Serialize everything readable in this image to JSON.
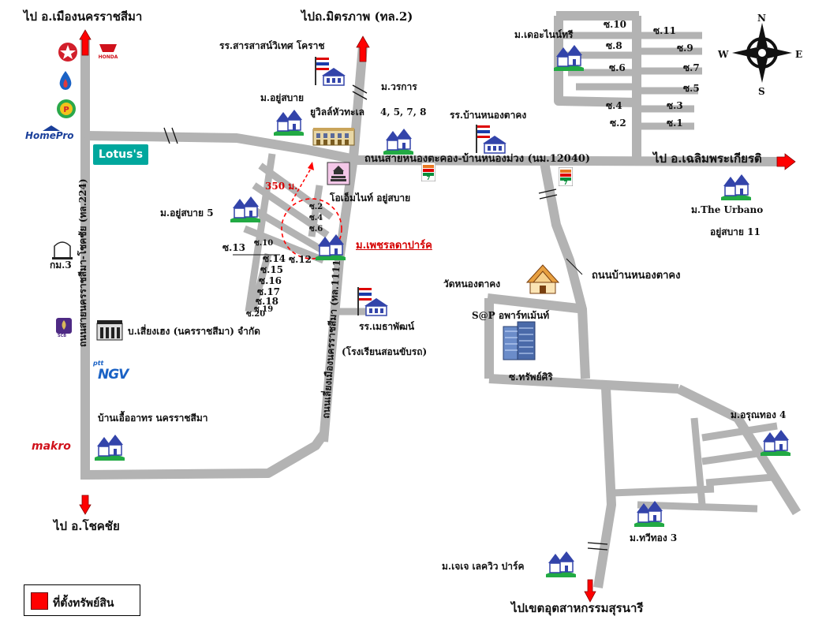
{
  "directions": {
    "to_mueang_nakhon_ratchasima": "ไป อ.เมืองนครราชสีมา",
    "to_mittraphap": "ไปถ.มิตรภาพ (ทล.2)",
    "to_chalerm_phra_kiat": "ไป อ.เฉลิมพระเกียรติ",
    "to_chok_chai": "ไป อ.โชคชัย",
    "to_suranaree_industrial": "ไปเขตอุตสาหกรรมสุรนารี"
  },
  "roads": {
    "main_horizontal": "ถนนสายหนองตะคอง-บ้านหนองม่วง (นม.12040)",
    "ban_nong_takhong_rd": "ถนนบ้านหนองตาคง",
    "nakhon_ratchasima_chok_chai_rd": "ถนนสายนครราชสีมา-โชคชัย (ทล.224)",
    "mid_road": "ถนนเลี่ยงเมืองนครราชสีมา (ทล.1111)",
    "soi_sap_siri": "ซ.ทรัพย์ศิริ"
  },
  "places": {
    "sarasas_school": "รร.สารสาสน์วิเทศ โคราช",
    "m_worakan": "ม.วรการ",
    "m_yusabai": "ม.อยู่สบาย",
    "eurovil": "ยูวิลล์หัวทะเล",
    "eurovil_phases": "4, 5, 7, 8",
    "nong_takhong_school": "รร.บ้านหนองตาคง",
    "the_ninetree": "ม.เดอะไนน์ทรี",
    "the_urbano": "ม.The Urbano",
    "yusabai_11": "อยู่สบาย 11",
    "m_yusabai_5": "ม.อยู่สบาย 5",
    "om_night": "โอเอ็มไนท์ อยู่สบาย",
    "distance_350": "350 ม.",
    "petcharat_park": "ม.เพชรลดาปาร์ค",
    "wat_nong_takhong": "วัดหนองตาคง",
    "sp_apartment": "S@P อพาร์ทเม้นท์",
    "methaphat_school": "รร.เมธาพัฒน์",
    "driving_school": "(โรงเรียนสอนขับรถ)",
    "kor_mor_3": "กม.3",
    "siang_heng": "บ.เสี่ยงเฮง (นครราชสีมา) จำกัด",
    "ban_ueaathon": "บ้านเอื้ออาทร นครราชสีมา",
    "m_arunthong_4": "ม.อรุณทอง 4",
    "m_thawithong_3": "ม.ทวีทอง 3",
    "m_jj_lakeview": "ม.เจเจ เลควิว ปาร์ค"
  },
  "sois": {
    "left_upper": [
      "ซ.10",
      "ซ.8",
      "ซ.6",
      "ซ.4",
      "ซ.2"
    ],
    "right_upper": [
      "ซ.11",
      "ซ.9",
      "ซ.7",
      "ซ.5",
      "ซ.3",
      "ซ.1"
    ],
    "mid_cluster": [
      "ซ.2",
      "ซ.4",
      "ซ.6"
    ],
    "lower_cluster": [
      "ซ.10",
      "ซ.13",
      "ซ.14",
      "ซ.12",
      "ซ.15",
      "ซ.16",
      "ซ.17",
      "ซ.18",
      "ซ.19",
      "ซ.20"
    ]
  },
  "brands": {
    "homepro": "HomePro",
    "lotus": "Lotus's",
    "makro": "makro",
    "ngv": "NGV",
    "ptt": "ptt",
    "scb": "SCB"
  },
  "compass": {
    "n": "N",
    "s": "S",
    "e": "E",
    "w": "W"
  },
  "legend": {
    "label": "ที่ตั้งทรัพย์สิน",
    "color": "#ff0000"
  },
  "colors": {
    "road": "#b3b3b3",
    "marker": "#ff0000",
    "highlight_text": "#d50000",
    "house_roof": "#3344aa",
    "lawn": "#22aa44"
  }
}
